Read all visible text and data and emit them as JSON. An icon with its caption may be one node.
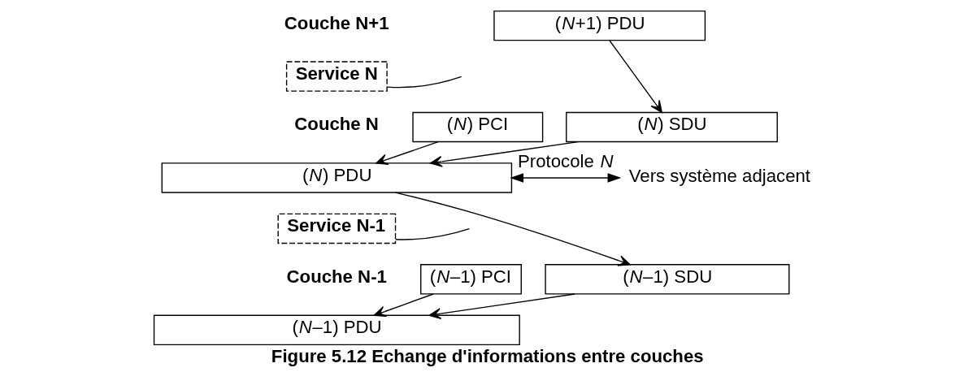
{
  "diagram": {
    "caption": "Figure 5.12 Echange d'informations entre couches",
    "nodes": [
      {
        "text": [
          "(*N*+1) PDU"
        ]
      },
      {
        "text": [
          "(*N*) PCI"
        ]
      },
      {
        "text": [
          "(*N*) SDU"
        ]
      },
      {
        "text": [
          "(*N*) PDU"
        ]
      },
      {
        "text": [
          "Vers système adjacent"
        ]
      },
      {
        "text": [
          "(*N*–1) PCI"
        ]
      },
      {
        "text": [
          "(*N*–1) SDU"
        ]
      },
      {
        "text": [
          "(*N*–1) PDU"
        ]
      },
      {
        "text": [
          "Service N"
        ]
      },
      {
        "text": [
          "Service N-1"
        ]
      }
    ],
    "edges": [
      {
        "from": 0,
        "to": 2,
        "arrow": "to"
      },
      {
        "from": 1,
        "to": 3,
        "arrow": "to"
      },
      {
        "from": 2,
        "to": 3,
        "arrow": "to"
      },
      {
        "from": 3,
        "to": 4,
        "arrow": "both",
        "label": "Protocole *N*"
      },
      {
        "from": 3,
        "to": 6,
        "arrow": "to"
      },
      {
        "from": 5,
        "to": 7,
        "arrow": "to"
      },
      {
        "from": 6,
        "to": 7,
        "arrow": "to"
      },
      {
        "from": 8,
        "to": null,
        "arrow": "none"
      },
      {
        "from": 9,
        "to": null,
        "arrow": "none"
      }
    ],
    "labels": [
      "Couche N+1",
      "Couche N",
      "Couche N-1"
    ]
  }
}
